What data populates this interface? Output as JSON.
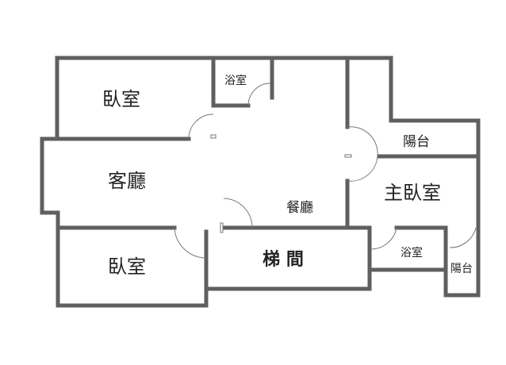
{
  "rooms": {
    "bedroom_top": "臥室",
    "bath_top": "浴室",
    "living": "客廳",
    "dining": "餐廳",
    "stair": "梯 間",
    "balcony_top": "陽台",
    "master_bedroom": "主臥室",
    "bath_right": "浴室",
    "balcony_right": "陽台",
    "bedroom_bottom": "臥室"
  },
  "colors": {
    "wall": "#5f5f5f",
    "door": "#777777"
  }
}
